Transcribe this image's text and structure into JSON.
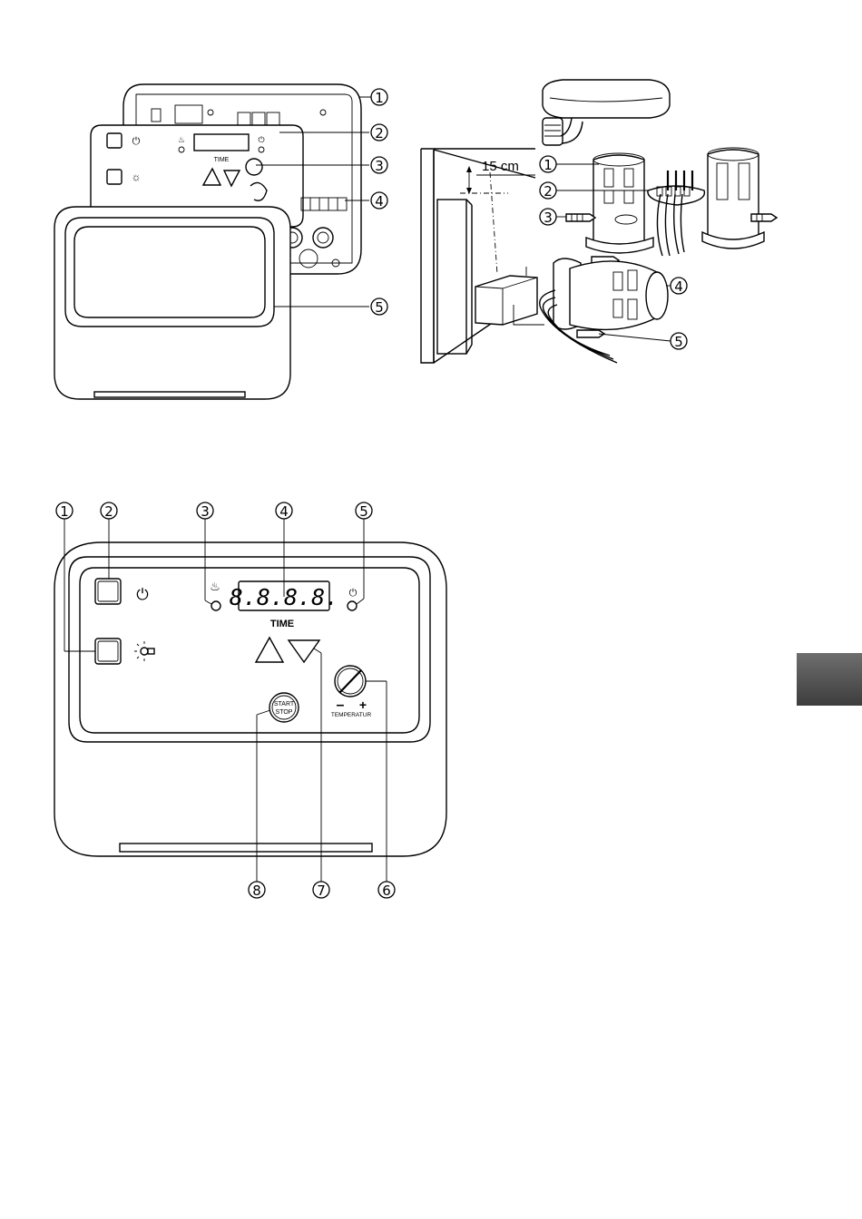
{
  "top_left": {
    "time_label": "TIME",
    "callouts": [
      "1",
      "2",
      "3",
      "4",
      "5"
    ]
  },
  "top_right": {
    "dimension_label": "15 cm",
    "callouts": [
      "1",
      "2",
      "3",
      "4",
      "5"
    ]
  },
  "control_panel": {
    "display_digits": "8.8.8.8.",
    "time_label": "TIME",
    "start_stop_label": "START STOP",
    "start_label": "START",
    "stop_label": "STOP",
    "temperature_label": "TEMPERATUR",
    "minus_label": "–",
    "plus_label": "+",
    "callouts_top": [
      "1",
      "2",
      "3",
      "4",
      "5"
    ],
    "callouts_bottom": [
      "8",
      "7",
      "6"
    ]
  },
  "side_tab": {
    "color": "#4a4a4a"
  },
  "icons": [
    "power-icon",
    "light-icon",
    "heater-icon",
    "up-arrow-icon",
    "down-arrow-icon",
    "temperature-knob-icon"
  ]
}
